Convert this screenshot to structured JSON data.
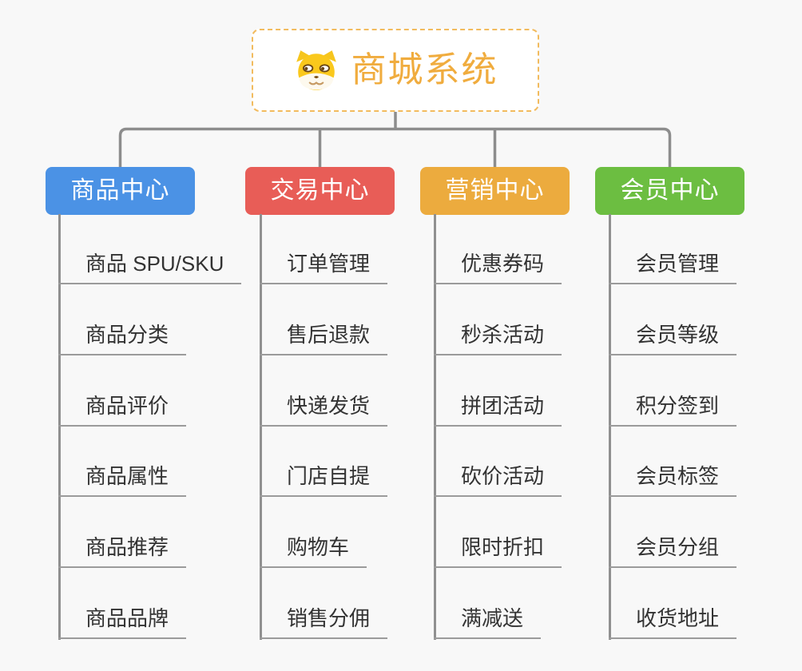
{
  "root": {
    "title": "商城系统",
    "icon": "dog-icon"
  },
  "branches": [
    {
      "label": "商品中心",
      "color": "#4b92e5",
      "children": [
        "商品 SPU/SKU",
        "商品分类",
        "商品评价",
        "商品属性",
        "商品推荐",
        "商品品牌"
      ]
    },
    {
      "label": "交易中心",
      "color": "#e85d57",
      "children": [
        "订单管理",
        "售后退款",
        "快递发货",
        "门店自提",
        "购物车",
        "销售分佣"
      ]
    },
    {
      "label": "营销中心",
      "color": "#ecab3e",
      "children": [
        "优惠券码",
        "秒杀活动",
        "拼团活动",
        "砍价活动",
        "限时折扣",
        "满减送"
      ]
    },
    {
      "label": "会员中心",
      "color": "#6cbe41",
      "children": [
        "会员管理",
        "会员等级",
        "积分签到",
        "会员标签",
        "会员分组",
        "收货地址"
      ]
    }
  ],
  "colors": {
    "background": "#f8f8f8",
    "root_title": "#f0ac3e",
    "root_border": "#f2bb5e",
    "connector_line": "#8d8d8d",
    "leaf_text": "#333333",
    "leaf_underline": "#9b9b9b"
  }
}
